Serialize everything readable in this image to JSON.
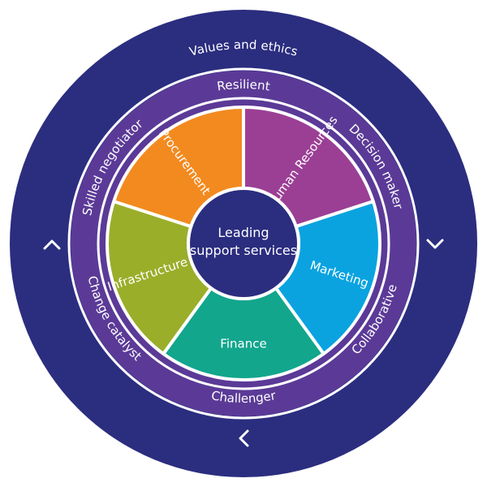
{
  "diagram": {
    "outer_ring": {
      "label": "Values and ethics",
      "color": "#2b2d7f"
    },
    "middle_ring": {
      "color": "#5b3a97",
      "labels": [
        "Resilient",
        "Decision maker",
        "Collaborative",
        "Challenger",
        "Change catalyst",
        "Skilled negotiator"
      ]
    },
    "segments": [
      {
        "label": "Human Resources",
        "color": "#9b3f95"
      },
      {
        "label": "Marketing",
        "color": "#0aa3e0"
      },
      {
        "label": "Finance",
        "color": "#12a68d"
      },
      {
        "label": "Infrastructure",
        "color": "#9aae2a"
      },
      {
        "label": "Procurement",
        "color": "#f28a1f"
      }
    ],
    "center": {
      "line1": "Leading",
      "line2": "support services",
      "color": "#2b2d7f"
    },
    "arrows": [
      {
        "name": "chevron-up-icon",
        "glyph": "^"
      },
      {
        "name": "chevron-down-icon",
        "glyph": "v"
      },
      {
        "name": "chevron-left-icon",
        "glyph": "<"
      }
    ]
  }
}
